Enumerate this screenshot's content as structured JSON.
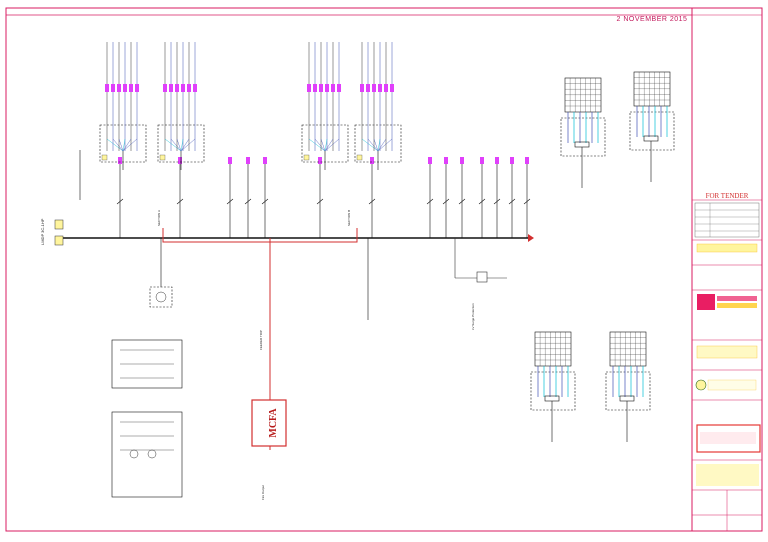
{
  "drawing": {
    "date": "2 NOVEMBER 2015",
    "mcfa_label": "MCFA",
    "mcfa_feed": "FEEDER TRIP",
    "mcfa_note": "Fire Output",
    "surge": "LV Surge Protection",
    "section_a": "SECTION A",
    "section_b": "SECTION B",
    "main_label": "LMDP 3C-1HP",
    "tender": "FOR TENDER",
    "colors": {
      "border": "#d81b60",
      "feeder_magenta": "#e040fb",
      "cyan": "#00bcd4",
      "violet": "#3f51b5",
      "fire_red": "#d32f2f"
    }
  }
}
